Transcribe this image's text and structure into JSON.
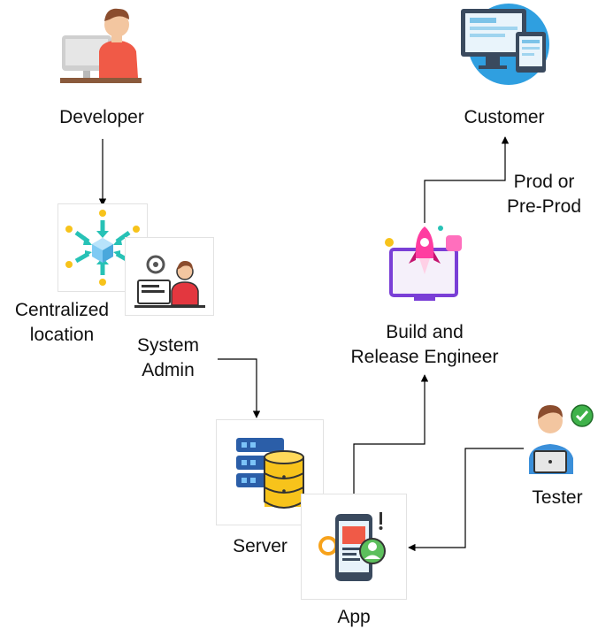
{
  "nodes": {
    "developer": {
      "label": "Developer"
    },
    "customer": {
      "label": "Customer"
    },
    "centralized": {
      "label_line1": "Centralized",
      "label_line2": "location"
    },
    "sysadmin": {
      "label_line1": "System",
      "label_line2": "Admin"
    },
    "build": {
      "label_line1": "Build and",
      "label_line2": "Release Engineer"
    },
    "server": {
      "label": "Server"
    },
    "tester": {
      "label": "Tester"
    },
    "app": {
      "label": "App"
    }
  },
  "edges": {
    "prod": {
      "label_line1": "Prod or",
      "label_line2": "Pre-Prod"
    }
  },
  "colors": {
    "arrow": "#000000",
    "accent_red": "#f05a47",
    "accent_blue": "#3b8fd9",
    "accent_pink": "#ff3ca0",
    "accent_yellow": "#f7c31b",
    "accent_teal": "#27c2b6"
  }
}
